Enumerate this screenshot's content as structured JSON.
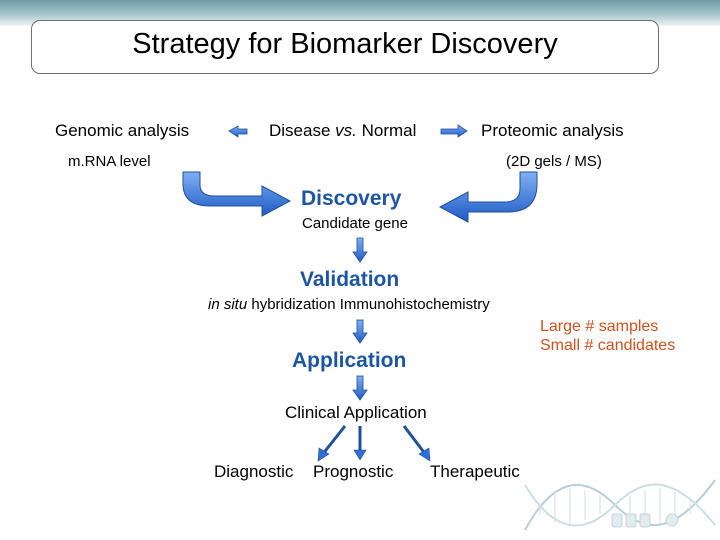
{
  "title": "Strategy for Biomarker Discovery",
  "top_row": {
    "genomic": "Genomic analysis",
    "disease_prefix": "Disease ",
    "disease_vs": "vs.",
    "disease_suffix": " Normal",
    "proteomic": "Proteomic analysis"
  },
  "sub_row": {
    "mrna": "m.RNA level",
    "gels": "(2D gels / MS)"
  },
  "discovery": {
    "label": "Discovery",
    "sub": "Candidate gene"
  },
  "validation": {
    "label": "Validation",
    "sub_italic": "in situ",
    "sub_rest": " hybridization Immunohistochemistry"
  },
  "application": {
    "label": "Application",
    "sub": "Clinical Application"
  },
  "outcomes": {
    "diagnostic": "Diagnostic",
    "prognostic": "Prognostic",
    "therapeutic": "Therapeutic"
  },
  "side_note": {
    "line1": "Large # samples",
    "line2": "Small # candidates"
  },
  "colors": {
    "stage_blue": "#1d55a5",
    "arrow_blue": "#2f6fd6",
    "note_orange": "#d0511c"
  }
}
